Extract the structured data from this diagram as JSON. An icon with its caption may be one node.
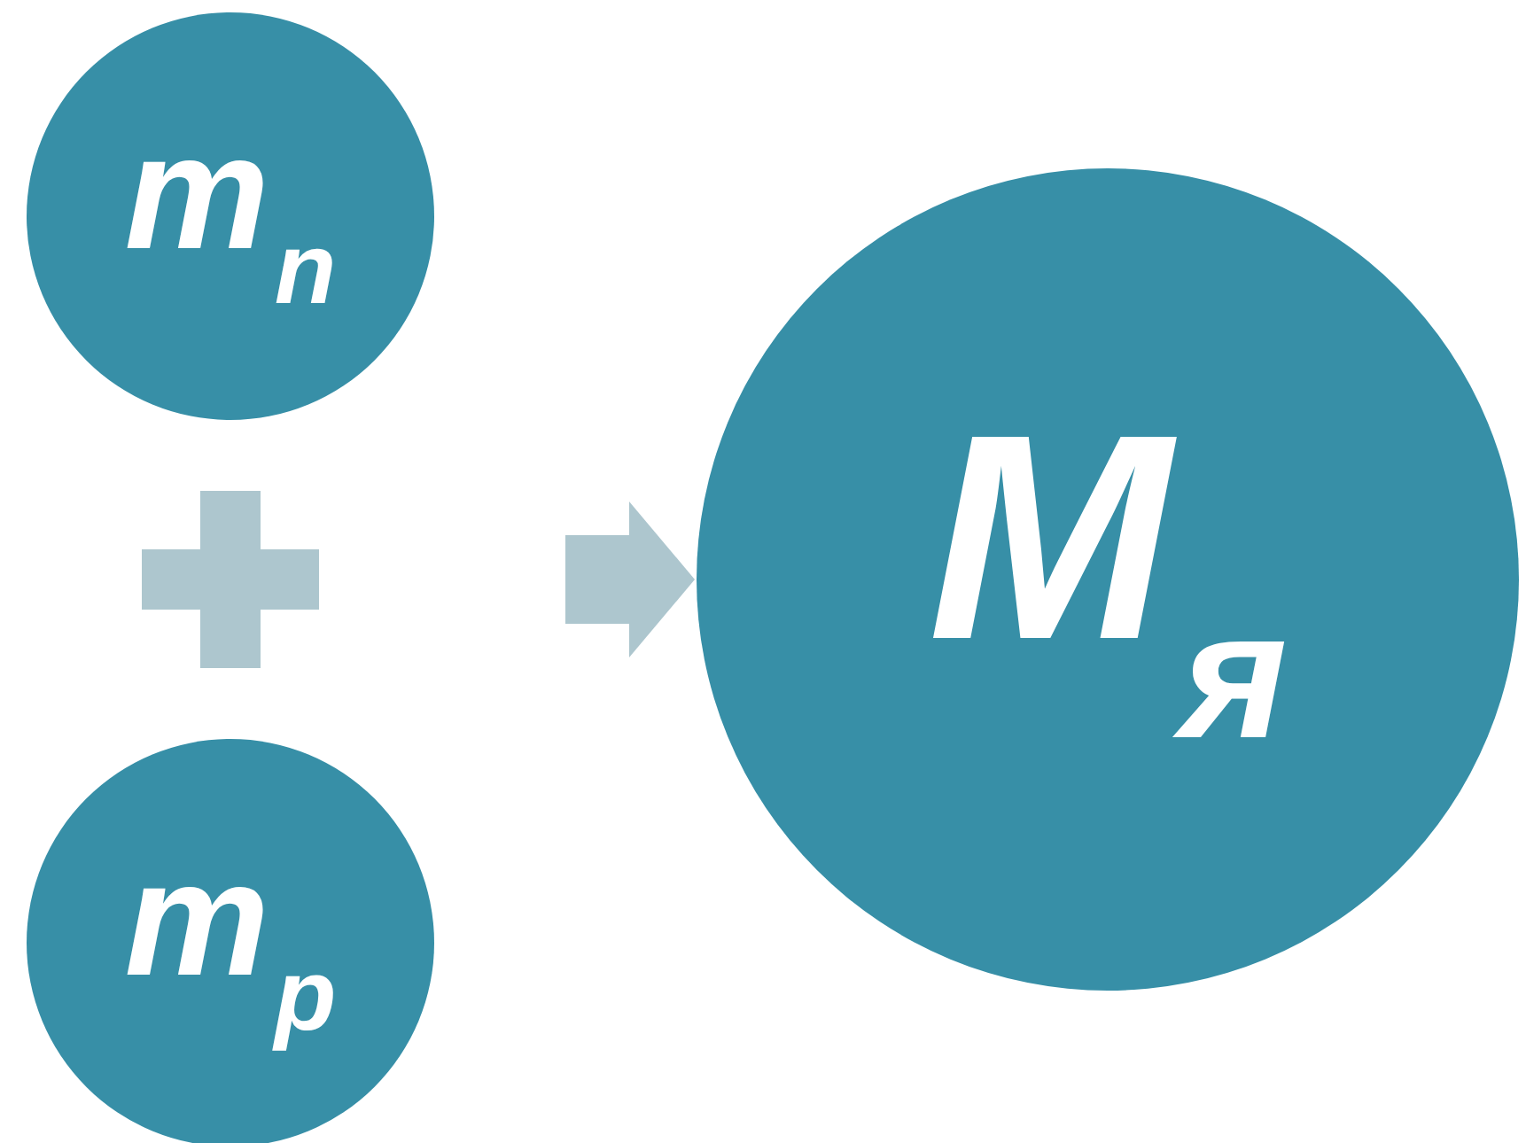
{
  "diagram": {
    "nodes": [
      {
        "text": [
          "m$_{n}$"
        ]
      },
      {
        "text": [
          "m$_{p}$"
        ]
      },
      {
        "text": [
          "M$_{я}$"
        ]
      }
    ],
    "edges": [
      {
        "from": null,
        "to": 2,
        "arrow": "to"
      }
    ]
  }
}
